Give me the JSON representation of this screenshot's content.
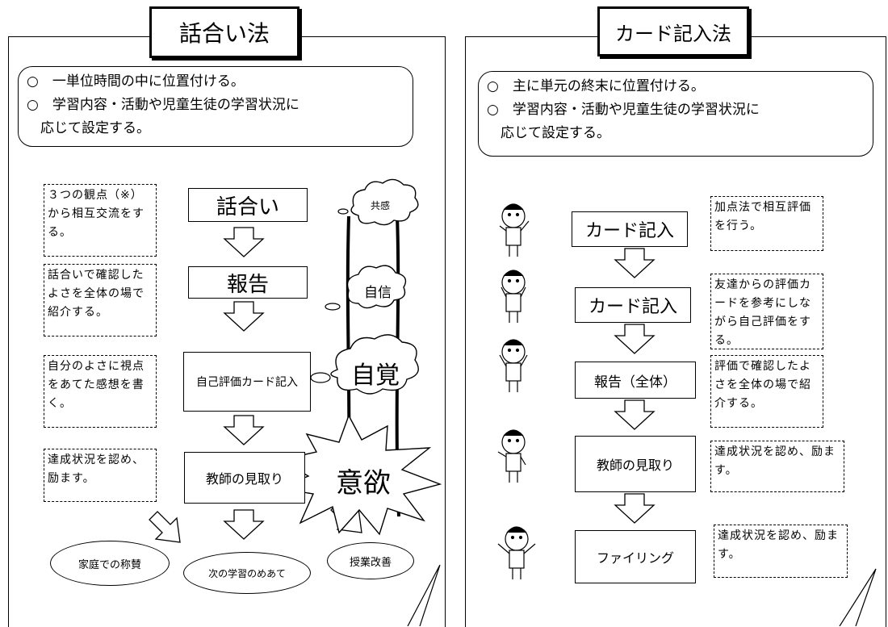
{
  "left": {
    "title": "話合い法",
    "summary_line1": "○　一単位時間の中に位置付ける。",
    "summary_line2": "○　学習内容・活動や児童生徒の学習状況に",
    "summary_line3": "　応じて設定する。",
    "notes": [
      "３つの観点（※）から相互交流をする。",
      "話合いで確認したよさを全体の場で紹介する。",
      "自分のよさに視点をあてた感想を書く。",
      "達成状況を認め、励ます。"
    ],
    "steps": [
      "話合い",
      "報告",
      "自己評価カード記入",
      "教師の見取り"
    ],
    "bubbles": [
      "共感",
      "自信",
      "自覚",
      "意欲"
    ],
    "outcomes": [
      "家庭での称賛",
      "次の学習のめあて",
      "授業改善"
    ]
  },
  "right": {
    "title": "カード記入法",
    "summary_line1": "○　主に単元の終末に位置付ける。",
    "summary_line2": "○　学習内容・活動や児童生徒の学習状況に",
    "summary_line3": "　応じて設定する。",
    "steps": [
      "カード記入",
      "カード記入",
      "報告（全体）",
      "教師の見取り",
      "ファイリング"
    ],
    "notes": [
      "加点法で相互評価を行う。",
      "友達からの評価カードを参考にしながら自己評価をする。",
      "評価で確認したよさを全体の場で紹介する。",
      "達成状況を認め、励ます。",
      "達成状況を認め、励ます。"
    ]
  }
}
